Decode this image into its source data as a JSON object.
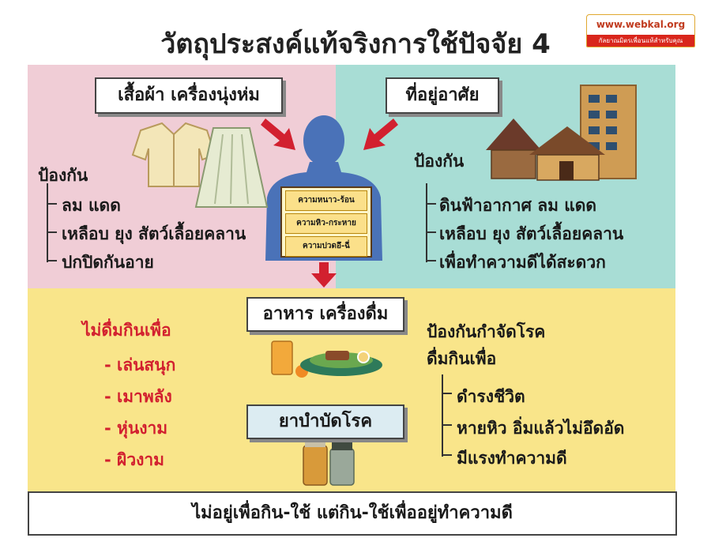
{
  "title": "วัตถุประสงค์แท้จริงการใช้ปัจจัย 4",
  "logo": {
    "url_text": "www.webkal.org",
    "tagline": "กัลยาณมิตรเพื่อนแท้สำหรับคุณ"
  },
  "clothing": {
    "label": "เสื้อผ้า เครื่องนุ่งห่ม",
    "heading": "ป้องกัน",
    "items": [
      "ลม แดด",
      "เหลือบ ยุง สัตว์เลื้อยคลาน",
      "ปกปิดกันอาย"
    ]
  },
  "shelter": {
    "label": "ที่อยู่อาศัย",
    "heading": "ป้องกัน",
    "items": [
      "ดินฟ้าอากาศ ลม แดด",
      "เหลือบ ยุง สัตว์เลื้อยคลาน",
      "เพื่อทำความดีได้สะดวก"
    ]
  },
  "body_needs": [
    "ความหนาว-ร้อน",
    "ความหิว-กระหาย",
    "ความปวดอึ-ฉี่"
  ],
  "food": {
    "label": "อาหาร เครื่องดื่ม"
  },
  "medicine": {
    "label": "ยาบำบัดโรค"
  },
  "not_for": {
    "heading": "ไม่ดื่มกินเพื่อ",
    "items": [
      "- เล่นสนุก",
      "- เมาพลัง",
      "- หุ่นงาม",
      "- ผิวงาม"
    ]
  },
  "for": {
    "heading1": "ป้องกันกำจัดโรค",
    "heading2": "ดื่มกินเพื่อ",
    "items": [
      "ดำรงชีวิต",
      "หายหิว อิ่มแล้วไม่อึดอัด",
      "มีแรงทำความดี"
    ]
  },
  "footer": "ไม่อยู่เพื่อกิน-ใช้  แต่กิน-ใช้เพื่ออยู่ทำความดี",
  "colors": {
    "pink": "#f0cdd6",
    "teal": "#a8ddd5",
    "yellow": "#f9e58a",
    "arrow": "#d2202f",
    "body": "#4a72b8"
  }
}
